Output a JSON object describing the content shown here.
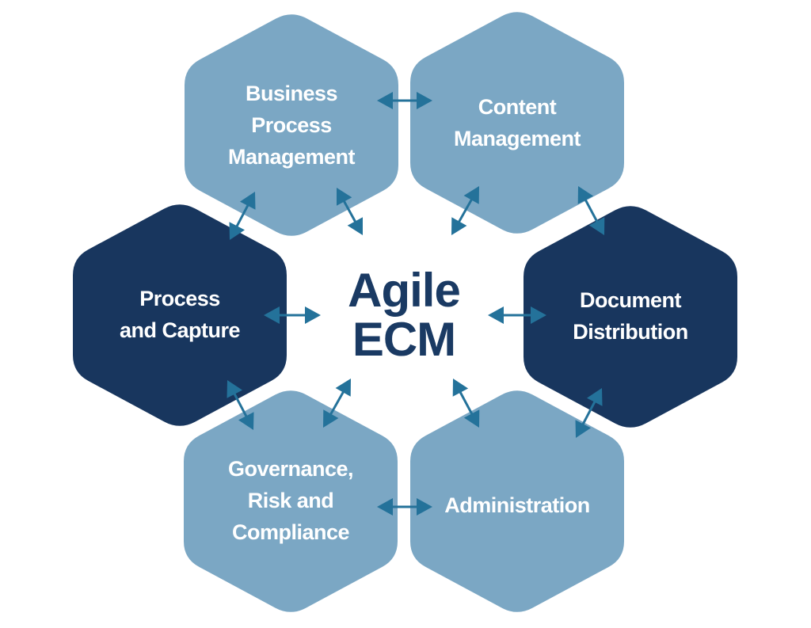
{
  "colors": {
    "hex_light": "#7ba7c4",
    "hex_dark": "#18365e",
    "arrow": "#24729a",
    "center_text": "#1a3a63",
    "background": "#ffffff"
  },
  "center": {
    "lines": [
      "Agile",
      "ECM"
    ]
  },
  "nodes": [
    {
      "id": "business-process-management",
      "lines": [
        "Business",
        "Process",
        "Management"
      ],
      "tone": "light"
    },
    {
      "id": "content-management",
      "lines": [
        "Content",
        "Management"
      ],
      "tone": "light"
    },
    {
      "id": "process-and-capture",
      "lines": [
        "Process",
        "and Capture"
      ],
      "tone": "dark"
    },
    {
      "id": "document-distribution",
      "lines": [
        "Document",
        "Distribution"
      ],
      "tone": "dark"
    },
    {
      "id": "governance-risk-compliance",
      "lines": [
        "Governance,",
        "Risk and",
        "Compliance"
      ],
      "tone": "light"
    },
    {
      "id": "administration",
      "lines": [
        "Administration"
      ],
      "tone": "light"
    }
  ],
  "connections": [
    {
      "from": "business-process-management",
      "to": "content-management"
    },
    {
      "from": "business-process-management",
      "to": "process-and-capture"
    },
    {
      "from": "business-process-management",
      "to": "center"
    },
    {
      "from": "content-management",
      "to": "center"
    },
    {
      "from": "content-management",
      "to": "document-distribution"
    },
    {
      "from": "process-and-capture",
      "to": "center"
    },
    {
      "from": "document-distribution",
      "to": "center"
    },
    {
      "from": "process-and-capture",
      "to": "governance-risk-compliance"
    },
    {
      "from": "governance-risk-compliance",
      "to": "center"
    },
    {
      "from": "governance-risk-compliance",
      "to": "administration"
    },
    {
      "from": "administration",
      "to": "center"
    },
    {
      "from": "document-distribution",
      "to": "administration"
    }
  ]
}
